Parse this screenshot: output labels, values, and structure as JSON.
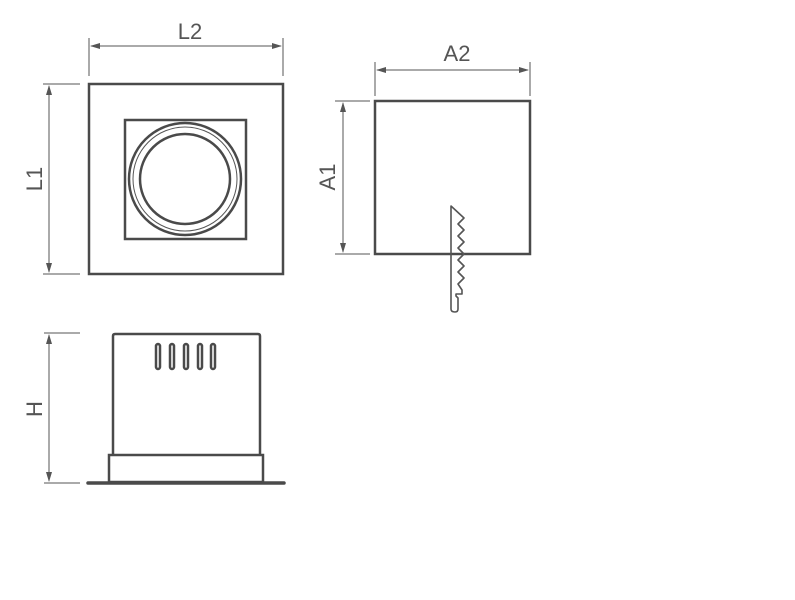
{
  "dimensions": {
    "top_view_width": "L2",
    "top_view_length": "L1",
    "cutout_width": "A2",
    "cutout_length": "A1",
    "side_view_height": "H"
  },
  "colors": {
    "line": "#4a4a4a",
    "dimension": "#555555",
    "background": "#ffffff"
  }
}
